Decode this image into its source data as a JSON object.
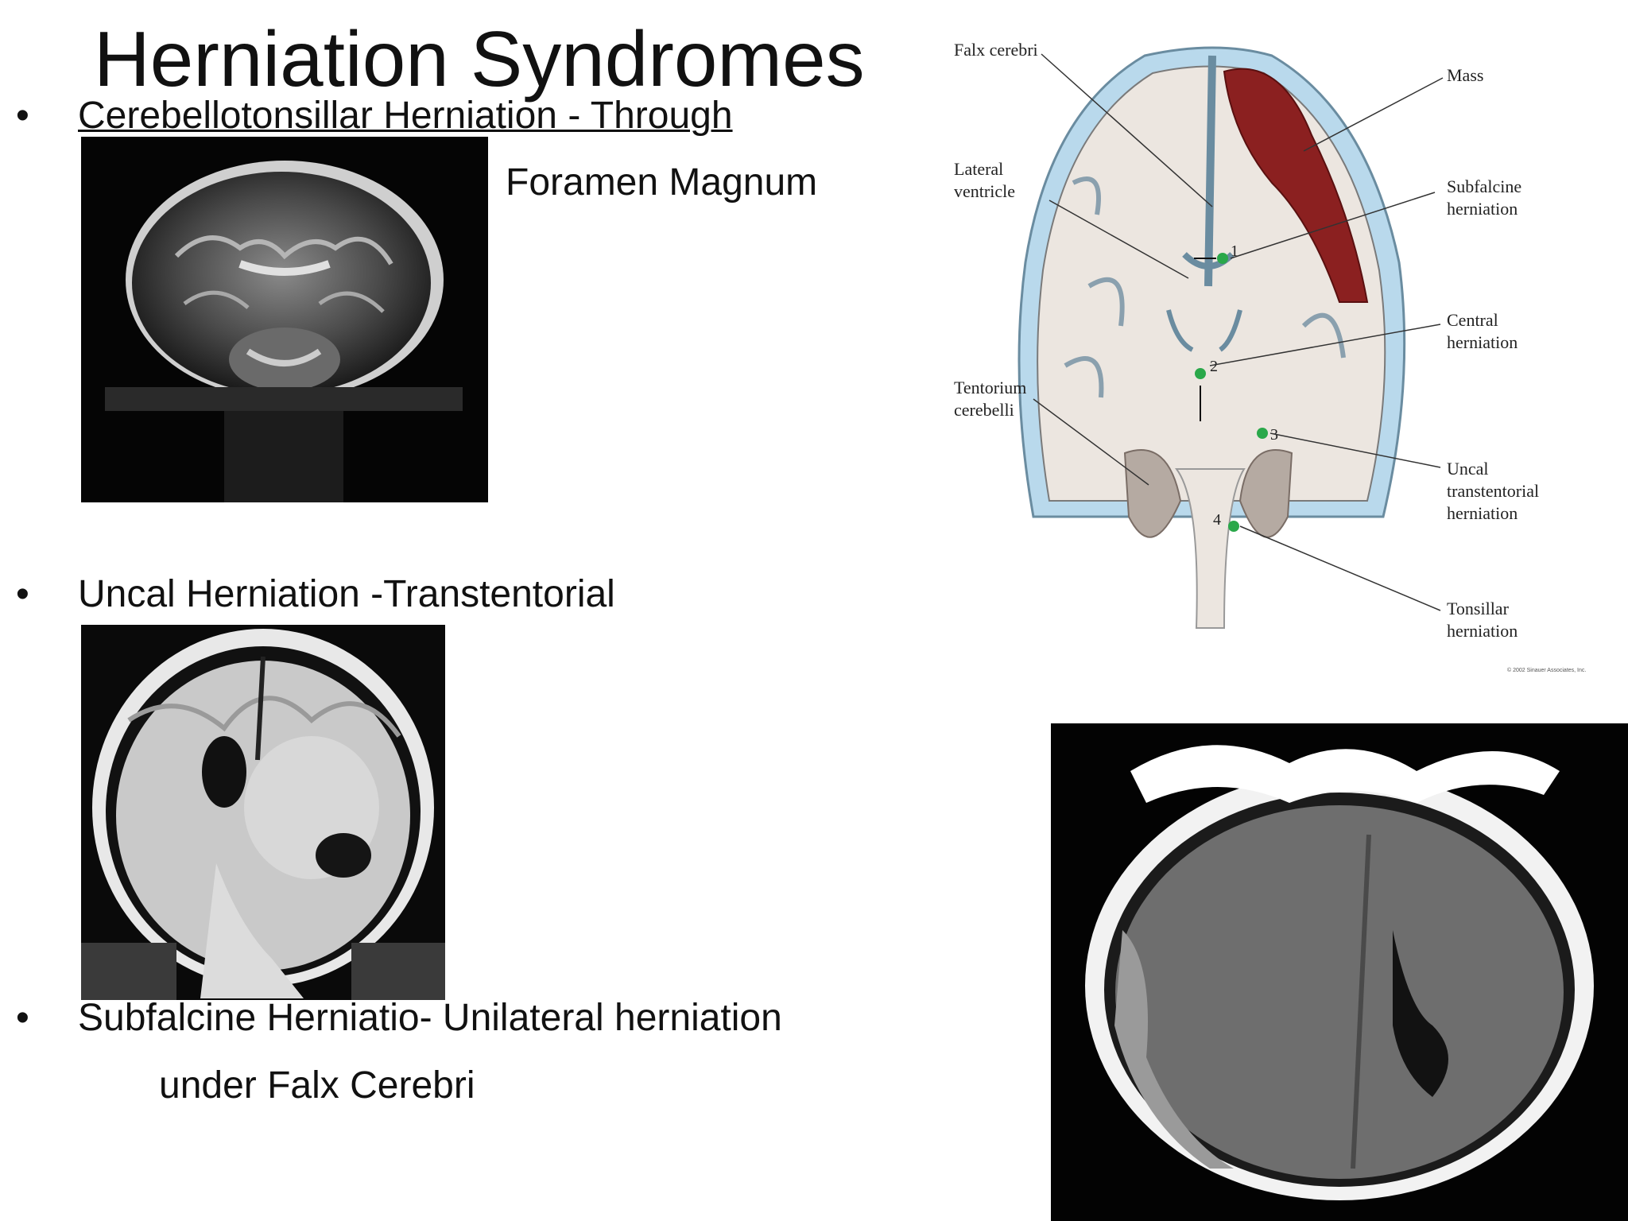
{
  "slide": {
    "title": "Herniation Syndromes",
    "bullets": [
      {
        "line1": "Cerebellotonsillar Herniation - Through",
        "line2": "Foramen Magnum"
      },
      {
        "line1": "Uncal Herniation -Transtentorial"
      },
      {
        "line1": "Subfalcine Herniatio- Unilateral  herniation",
        "line2": "under Falx Cerebri"
      }
    ],
    "bullet_symbol": "•"
  },
  "diagram": {
    "labels": {
      "falx": "Falx cerebri",
      "lateral1": "Lateral",
      "lateral2": "ventricle",
      "tent1": "Tentorium",
      "tent2": "cerebelli",
      "mass": "Mass",
      "subf1": "Subfalcine",
      "subf2": "herniation",
      "central1": "Central",
      "central2": "herniation",
      "uncal1": "Uncal",
      "uncal2": "transtentorial",
      "uncal3": "herniation",
      "tons1": "Tonsillar",
      "tons2": "herniation",
      "copyright": "© 2002 Sinauer Associates, Inc."
    },
    "numbers": [
      "1",
      "2",
      "3",
      "4"
    ],
    "colors": {
      "mass": "#8b2020",
      "csf": "#b9d9ec",
      "brain": "#ece6e0",
      "marker": "#2aa84a"
    }
  },
  "images": {
    "mri1": "coronal-t2-mri",
    "mri2": "coronal-t1-mri",
    "ct": "axial-ct-scan"
  }
}
